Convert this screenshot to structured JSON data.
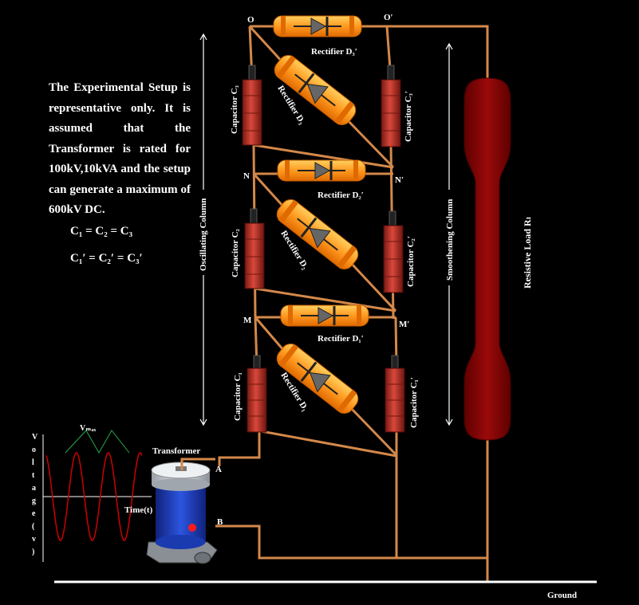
{
  "description": "The Experimental Setup is representative only. It is assumed that the Transformer is rated for 100kV,10kVA and the setup can generate a maximum of 600kV DC.",
  "equation1": "C₁ = C₂ = C₃",
  "equation2": "C₁′ = C₂′ = C₃′",
  "nodes": {
    "O": "O",
    "O_prime": "O′",
    "N": "N",
    "N_prime": "N′",
    "M": "M",
    "M_prime": "M′",
    "A": "A",
    "B": "B"
  },
  "capacitors": {
    "C3": "Capacitor C₃",
    "C2": "Capacitor C₂",
    "C1": "Capacitor C₁",
    "C3p": "Capacitor C₃′",
    "C2p": "Capacitor C₂′",
    "C1p": "Capacitor C₁′"
  },
  "rectifiers": {
    "D3p": "Rectifier D₃′",
    "D2p": "Rectifier D₂′",
    "D1p": "Rectifier D₁′",
    "D3": "Rectifier D₃",
    "D2": "Rectifier D₂",
    "D1": "Rectifier D₁"
  },
  "columns": {
    "oscillating": "Oscillating Column",
    "smoothening": "Smoothening Column"
  },
  "load": "Resistive Load Rₗ",
  "transformer": "Transformer",
  "ground": "Ground",
  "waveform": {
    "vmax": "Vₘₐₓ",
    "y_axis": [
      "V",
      "o",
      "l",
      "t",
      "a",
      "g",
      "e",
      "(",
      "v",
      ")"
    ],
    "x_axis": "Time(t)"
  },
  "colors": {
    "wire": "#d4884a",
    "capacitor": "#b83228",
    "rectifier": "#ff8a1a",
    "diode_body": "#ffc040",
    "load": "#8b0000",
    "transformer": "#1f3fbf",
    "wave": "#cc0000",
    "vmax_lines": "#2aa84a"
  }
}
